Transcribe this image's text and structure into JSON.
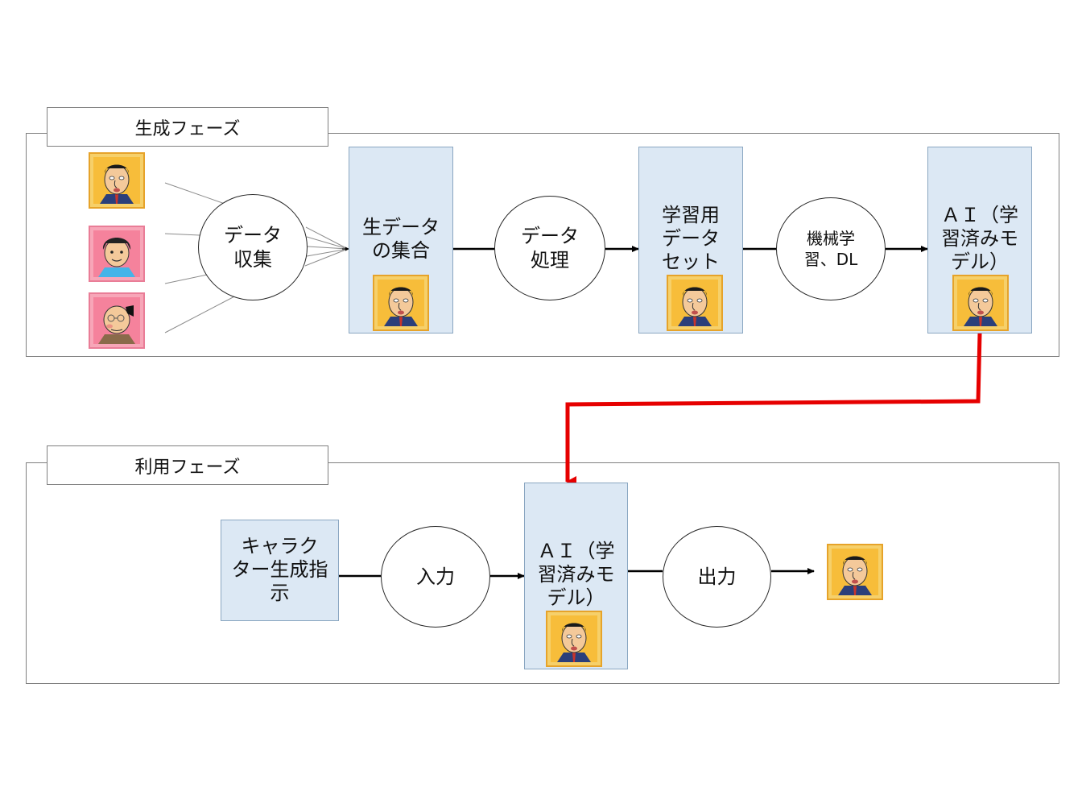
{
  "colors": {
    "box_fill": "#dce8f4",
    "box_border": "#8aa6c1",
    "feedback_arrow": "#e60000",
    "frame_border": "#7f7f7f",
    "character_frame_gold": "#f5c24a",
    "character_frame_pink": "#f5829c"
  },
  "generation_phase": {
    "label": "生成フェーズ",
    "collect_node": "データ\n収集",
    "raw_data_box": "生データ\nの集合",
    "process_node": "データ\n処理",
    "training_box": "学習用\nデータ\nセット",
    "learning_node": "機械学\n習、DL",
    "model_box": "ＡＩ（学\n習済みモ\nデル）",
    "source_characters": [
      {
        "icon": "businessman-character-icon",
        "background": "gold"
      },
      {
        "icon": "boy-character-icon",
        "background": "pink"
      },
      {
        "icon": "elderly-man-character-icon",
        "background": "pink"
      }
    ]
  },
  "usage_phase": {
    "label": "利用フェーズ",
    "instruction_box": "キャラク\nター生成指\n示",
    "input_node": "入力",
    "model_box": "ＡＩ（学\n習済みモ\nデル）",
    "output_node": "出力",
    "output_character": {
      "icon": "businessman-character-icon",
      "background": "gold"
    }
  }
}
